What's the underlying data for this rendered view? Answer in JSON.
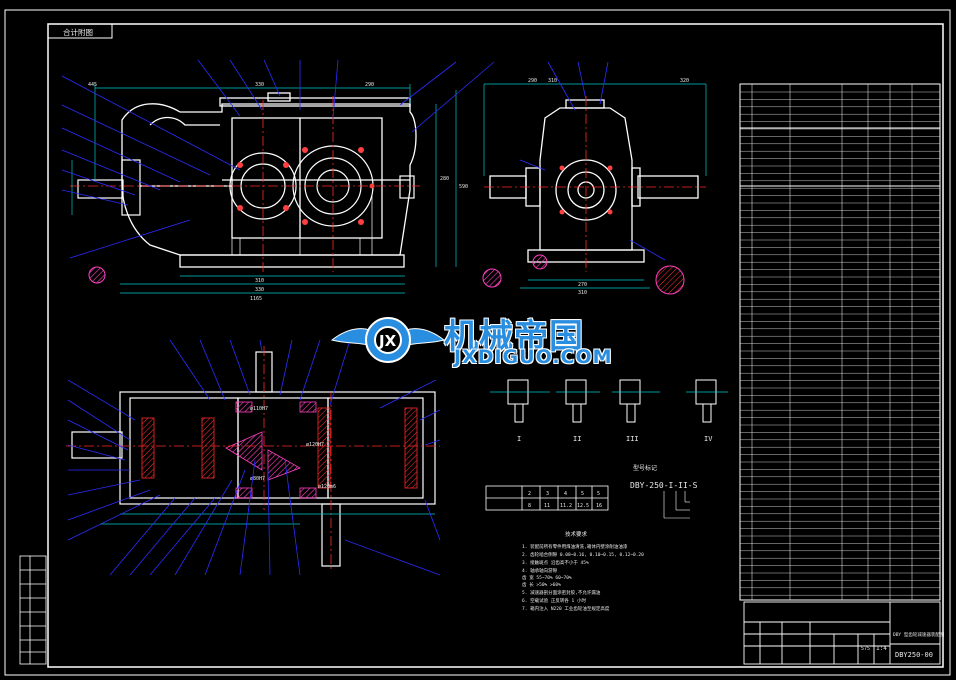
{
  "drawing": {
    "sheet_tag": "合计附图",
    "title_block": {
      "name_line": "DBY 型齿轮减速器装配图",
      "code": "DBY250-00",
      "scale": "1:4",
      "sheet_no": "575"
    },
    "section_marks": [
      "I",
      "II",
      "III",
      "IV"
    ],
    "spec_caption": "型号标记",
    "model_code": "DBY-250-I-II-S",
    "ratio_table": {
      "row1": [
        "",
        "2",
        "3",
        "4",
        "5",
        "5"
      ],
      "row2": [
        "",
        "8",
        "11",
        "11.2",
        "12.5",
        "16"
      ]
    },
    "notes_title": "技术要求",
    "notes": [
      "1. 装配前所有零件用煤油清洗,箱体内壁涂耐油油漆",
      "2. 齿轮啮合侧隙 0.08~0.16, 0.10~0.15, 0.12~0.20",
      "3. 接触斑点 沿齿高不小于 45%",
      "4. 轴承轴向游隙",
      "   齿 宽    55~70%     60~70%",
      "   齿 长    >50%        >60%",
      "5. 减速器剖分面涂密封胶,不允许漏油",
      "6. 空载试验 正反转各 1 小时",
      "7. 箱内注入 N220 工业齿轮油至规定高度"
    ],
    "watermark": {
      "cn": "机械帝国",
      "en": "JXDIGUO.COM"
    }
  },
  "colors": {
    "background": "#000000",
    "frame": "#ffffff",
    "outline": "#ffffff",
    "dimension": "#00c8c8",
    "leader": "#2c2cff",
    "centerline": "#ff2828",
    "hatch": "#ff40c0",
    "yellow": "#ffff00",
    "watermark": "#2a8ee0"
  }
}
